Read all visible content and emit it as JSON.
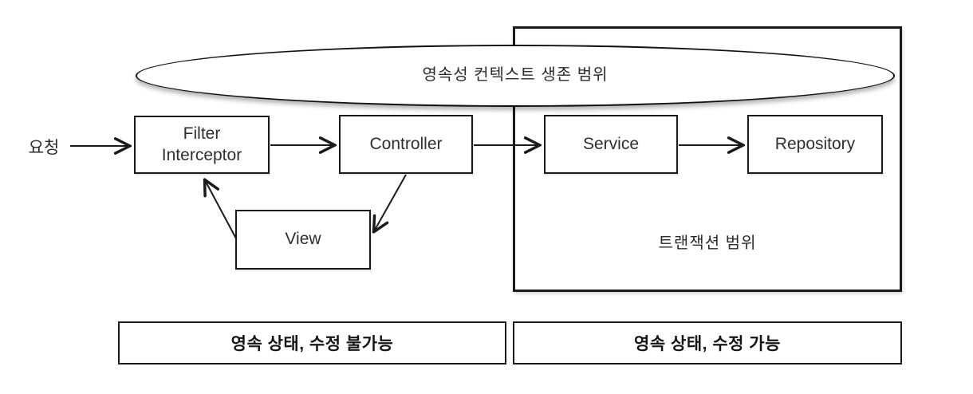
{
  "diagram": {
    "title": "Spring MVC persistence context scope diagram",
    "colors": {
      "background": "#ffffff",
      "stroke": "#1a1a1a",
      "text": "#2b2b2b"
    },
    "persistence_scope": {
      "label": "영속성 컨텍스트 생존 범위"
    },
    "request": {
      "label": "요청"
    },
    "nodes": {
      "filter_interceptor": {
        "label_line1": "Filter",
        "label_line2": "Interceptor"
      },
      "controller": {
        "label": "Controller"
      },
      "service": {
        "label": "Service"
      },
      "repository": {
        "label": "Repository"
      },
      "view": {
        "label": "View"
      }
    },
    "transaction_scope": {
      "label": "트랜잭션 범위"
    },
    "legend": {
      "left": {
        "label": "영속 상태, 수정 불가능"
      },
      "right": {
        "label": "영속 상태, 수정 가능"
      }
    },
    "arrows": [
      {
        "name": "request-to-filter"
      },
      {
        "name": "filter-to-controller"
      },
      {
        "name": "controller-to-service"
      },
      {
        "name": "service-to-repository"
      },
      {
        "name": "controller-to-view"
      },
      {
        "name": "view-to-filter"
      }
    ]
  }
}
